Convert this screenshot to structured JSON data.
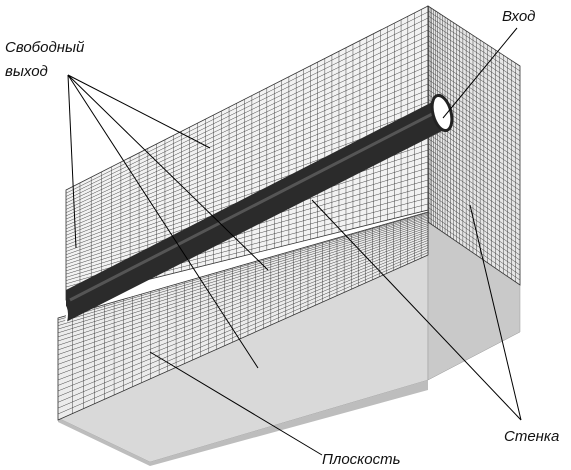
{
  "labels": {
    "free_exit_line1": "Свободный",
    "free_exit_line2": "выход",
    "inlet": "Вход",
    "wall": "Стенка",
    "plane": "Плоскость"
  },
  "colors": {
    "mesh_line": "#333333",
    "pipe": "#2b2b2b",
    "box_front": "#d9d9d9",
    "box_side": "#c4c4c4",
    "leader": "#000000"
  }
}
